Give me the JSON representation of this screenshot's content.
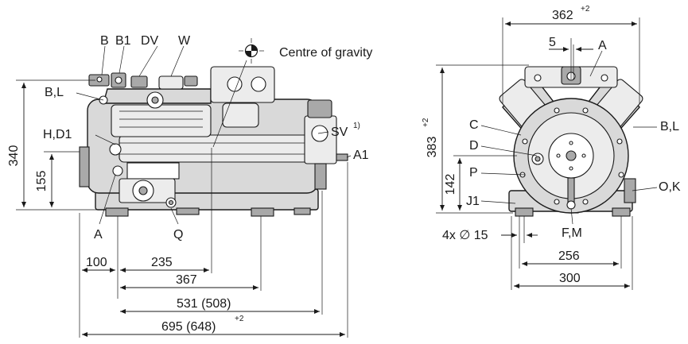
{
  "diagram": {
    "cog_label": "Centre of gravity",
    "side_view": {
      "labels": {
        "B": "B",
        "B1": "B1",
        "DV": "DV",
        "W": "W",
        "BL": "B,L",
        "HD1": "H,D1",
        "SV": "SV",
        "SV_note": "1)",
        "A1": "A1",
        "A": "A",
        "Q": "Q"
      },
      "dims": {
        "h340": "340",
        "h155": "155",
        "d100": "100",
        "d235": "235",
        "d367": "367",
        "d531": "531 (508)",
        "d695": "695 (648)",
        "tol695": "+2"
      }
    },
    "end_view": {
      "labels": {
        "A": "A",
        "C": "C",
        "D": "D",
        "P": "P",
        "J1": "J1",
        "BL": "B,L",
        "OK": "O,K",
        "FM": "F,M"
      },
      "dims": {
        "w362": "362",
        "tol362": "+2",
        "d5": "5",
        "h383": "383",
        "tol383": "+2",
        "h142": "142",
        "holes": "4x ∅ 15",
        "d256": "256",
        "d300": "300"
      }
    }
  }
}
